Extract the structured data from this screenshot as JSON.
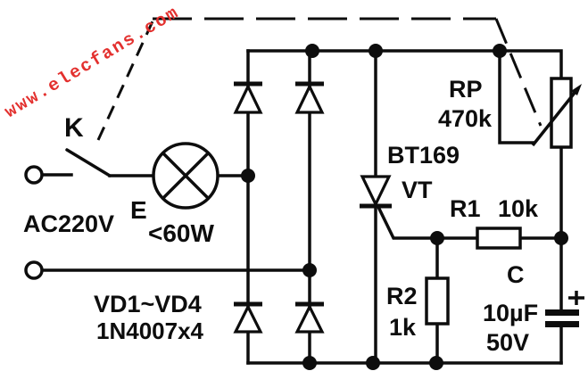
{
  "watermark": {
    "text": "www.elecfans.com",
    "color": "#e3302e"
  },
  "labels": {
    "switch_name": "K",
    "ac_input": "AC220V",
    "lamp_name": "E",
    "lamp_rating": "<60W",
    "bridge_name": "VD1~VD4",
    "bridge_part": "1N4007x4",
    "scr_part": "BT169",
    "scr_name": "VT",
    "pot_name": "RP",
    "pot_value": "470k",
    "r1_name": "R1",
    "r1_value": "10k",
    "r2_name": "R2",
    "r2_value": "1k",
    "cap_name": "C",
    "cap_value": "10µF",
    "cap_voltage": "50V"
  },
  "colors": {
    "wire": "#0d0d0d",
    "background": "#ffffff"
  }
}
